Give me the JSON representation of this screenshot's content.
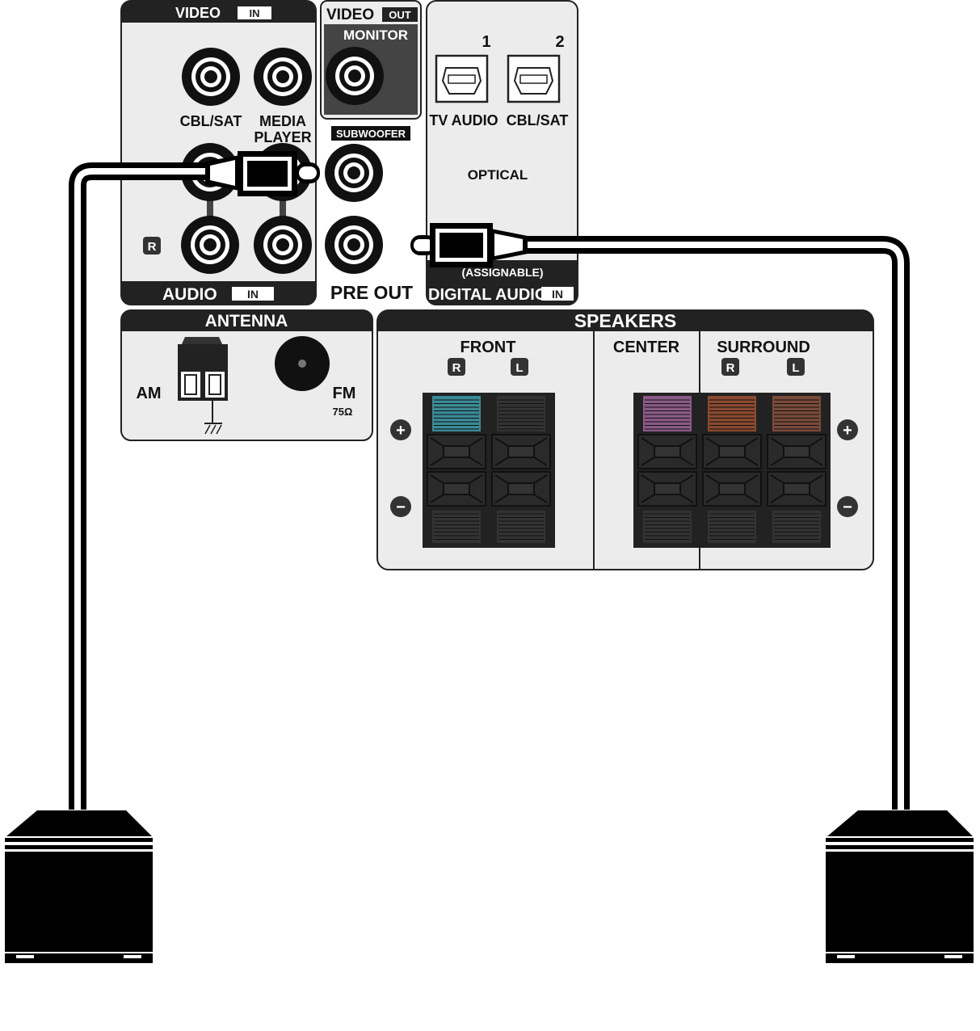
{
  "video_in": {
    "video": "VIDEO",
    "in": "IN",
    "cbl_sat": "CBL/SAT",
    "media": "MEDIA",
    "player": "PLAYER"
  },
  "video_out": {
    "video": "VIDEO",
    "out": "OUT",
    "monitor": "MONITOR"
  },
  "subwoofer": "SUBWOOFER",
  "pre_out": "PRE OUT",
  "audio_in": {
    "audio": "AUDIO",
    "in": "IN",
    "r": "R"
  },
  "digital": {
    "n1": "1",
    "n2": "2",
    "tv_audio": "TV AUDIO",
    "cbl_sat": "CBL/SAT",
    "optical": "OPTICAL",
    "assignable": "(ASSIGNABLE)",
    "digital_audio": "DIGITAL AUDIO",
    "in": "IN"
  },
  "antenna": {
    "title": "ANTENNA",
    "am": "AM",
    "fm": "FM",
    "ohm": "75Ω"
  },
  "speakers": {
    "title": "SPEAKERS",
    "front": "FRONT",
    "center": "CENTER",
    "surround": "SURROUND",
    "r": "R",
    "l": "L",
    "plus": "+",
    "minus": "−"
  },
  "colors": {
    "front_r": "#3a8a96",
    "center": "#8a5a88",
    "surround_r": "#8a4a30",
    "surround_l": "#7a4a3a"
  }
}
